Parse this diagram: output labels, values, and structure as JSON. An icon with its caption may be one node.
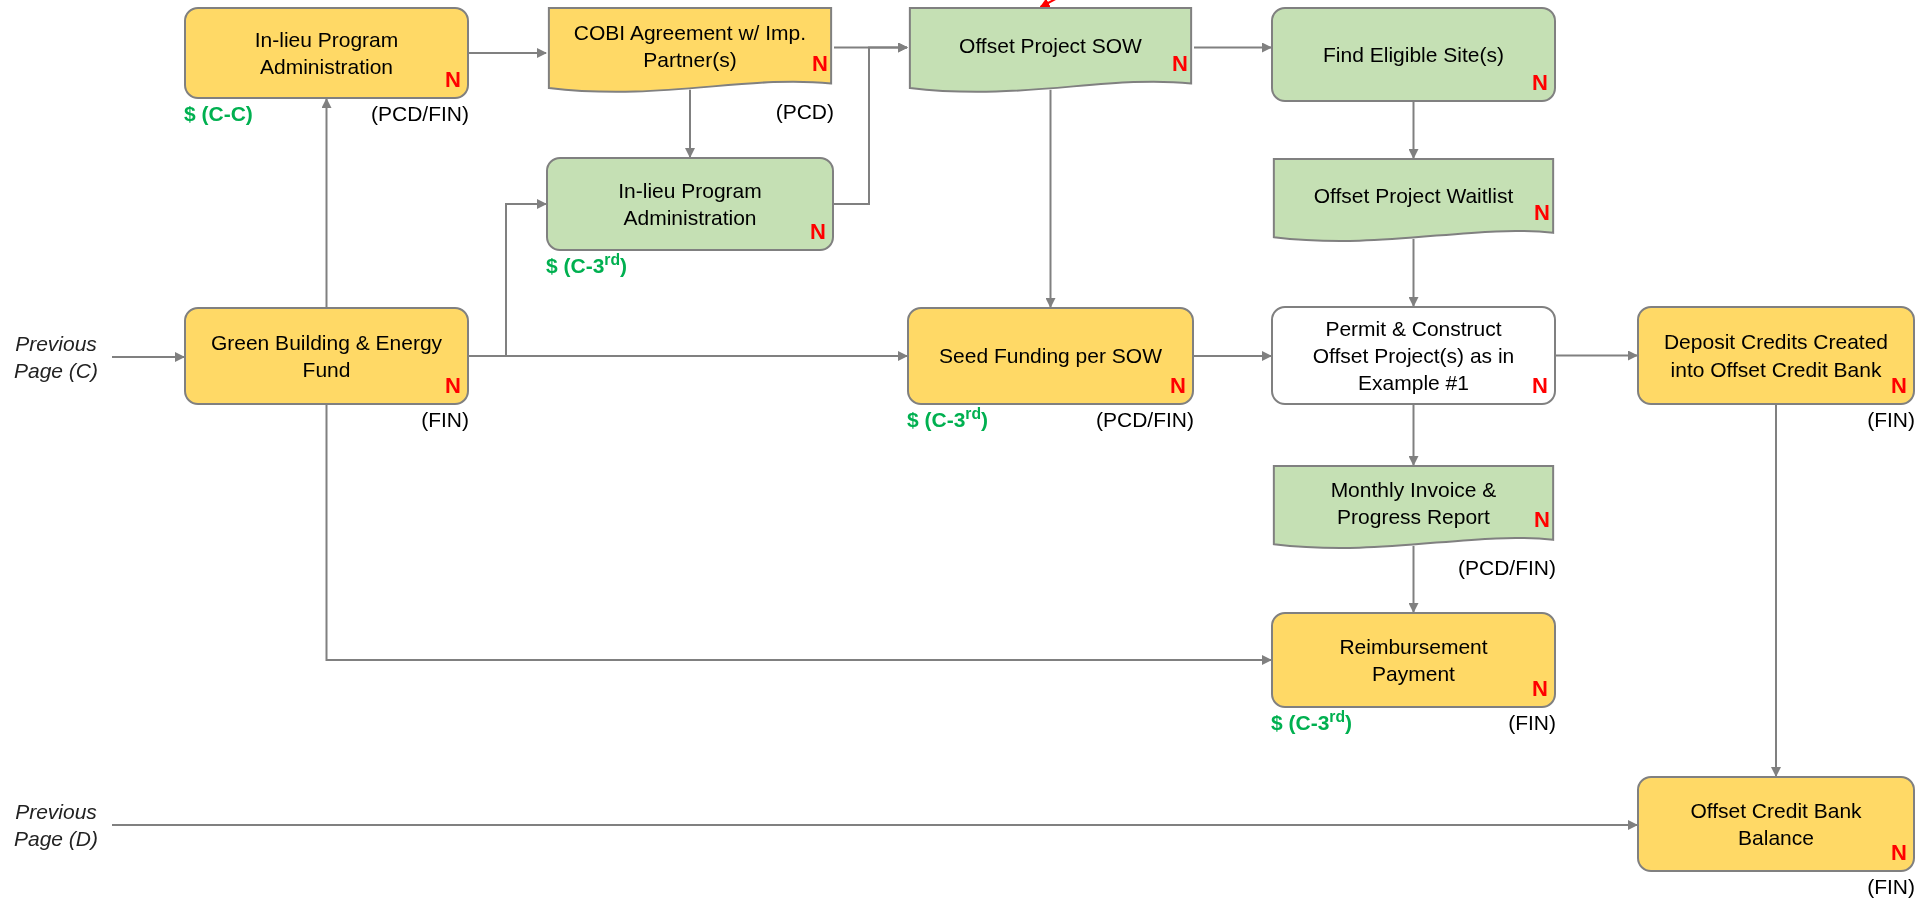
{
  "diagram": {
    "nodes": [
      {
        "text": [
          "In-lieu Program Administration",
          "N"
        ],
        "beside": [
          "$ (C-C)",
          "(PCD/FIN)"
        ]
      },
      {
        "text": [
          "COBI Agreement w/ Imp. Partner(s)",
          "N"
        ],
        "beside": [
          "(PCD)"
        ]
      },
      {
        "text": [
          "Offset Project SOW",
          "N"
        ]
      },
      {
        "text": [
          "Find Eligible Site(s)",
          "N"
        ]
      },
      {
        "text": [
          "In-lieu Program Administration",
          "N"
        ],
        "beside": [
          "$ (C-3$^{rd}$)"
        ]
      },
      {
        "text": [
          "Offset Project Waitlist",
          "N"
        ]
      },
      {
        "text": [
          "Previous Page (C)"
        ]
      },
      {
        "text": [
          "Green Building & Energy Fund",
          "N"
        ],
        "beside": [
          "(FIN)"
        ]
      },
      {
        "text": [
          "Seed Funding per SOW",
          "N"
        ],
        "beside": [
          "$ (C-3$^{rd}$)",
          "(PCD/FIN)"
        ]
      },
      {
        "text": [
          "Permit & Construct Offset Project(s) as in Example #1",
          "N"
        ]
      },
      {
        "text": [
          "Deposit Credits Created into Offset Credit Bank",
          "N"
        ],
        "beside": [
          "(FIN)"
        ]
      },
      {
        "text": [
          "Monthly Invoice & Progress Report",
          "N"
        ],
        "beside": [
          "(PCD/FIN)"
        ]
      },
      {
        "text": [
          "Reimbursement Payment",
          "N"
        ],
        "beside": [
          "$ (C-3$^{rd}$)",
          "(FIN)"
        ]
      },
      {
        "text": [
          "Previous Page (D)"
        ]
      },
      {
        "text": [
          "Offset Credit Bank Balance",
          "N"
        ],
        "beside": [
          "(FIN)"
        ]
      }
    ],
    "edges": [
      {
        "from": 0,
        "to": 1,
        "arrow": "to"
      },
      {
        "from": 1,
        "to": 4,
        "arrow": "to"
      },
      {
        "from": 1,
        "to": 2,
        "arrow": "to"
      },
      {
        "from": 4,
        "to": 2,
        "arrow": "to"
      },
      {
        "from": 2,
        "to": 3,
        "arrow": "to"
      },
      {
        "from": 2,
        "to": 8,
        "arrow": "to"
      },
      {
        "from": 3,
        "to": 5,
        "arrow": "to"
      },
      {
        "from": 5,
        "to": 9,
        "arrow": "to"
      },
      {
        "from": 6,
        "to": 7,
        "arrow": "to"
      },
      {
        "from": 7,
        "to": 0,
        "arrow": "to"
      },
      {
        "from": 7,
        "to": 4,
        "arrow": "to"
      },
      {
        "from": 7,
        "to": 8,
        "arrow": "to"
      },
      {
        "from": 8,
        "to": 9,
        "arrow": "to"
      },
      {
        "from": 9,
        "to": 10,
        "arrow": "to"
      },
      {
        "from": 9,
        "to": 11,
        "arrow": "to"
      },
      {
        "from": 11,
        "to": 12,
        "arrow": "to"
      },
      {
        "from": 7,
        "to": 12,
        "arrow": "to"
      },
      {
        "from": 10,
        "to": 14,
        "arrow": "to"
      },
      {
        "from": 13,
        "to": 14,
        "arrow": "to"
      },
      {
        "from": null,
        "to": 2,
        "arrow": "to",
        "color": "#ff0000"
      }
    ]
  }
}
